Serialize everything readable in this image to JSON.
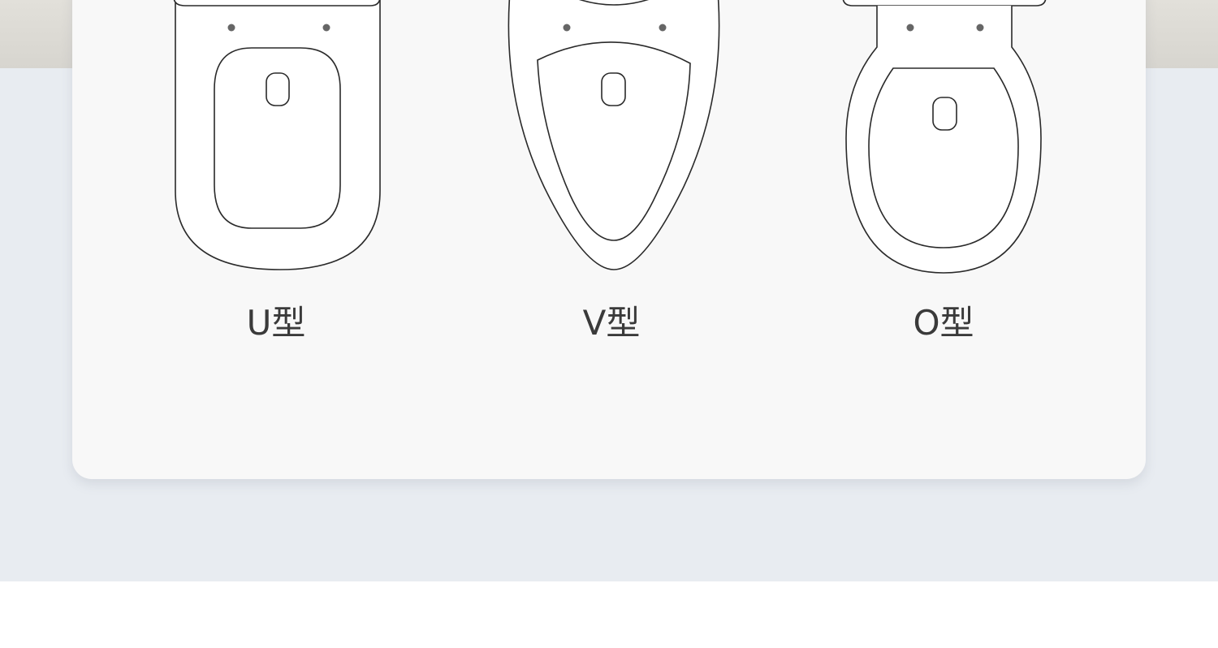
{
  "shapes": [
    {
      "id": "u",
      "label": "U型"
    },
    {
      "id": "v",
      "label": "V型"
    },
    {
      "id": "o",
      "label": "O型"
    }
  ],
  "colors": {
    "line": "#2a2a2a",
    "fill": "#ffffff",
    "screw": "#666666",
    "label": "#3a3a3a",
    "card": "#f8f8f8",
    "background": "#e8ecf1"
  }
}
